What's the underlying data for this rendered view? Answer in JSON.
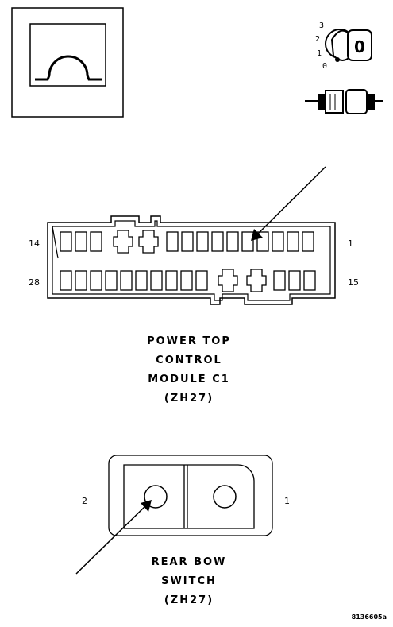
{
  "connector_c1": {
    "pin_left_top": "14",
    "pin_right_top": "1",
    "pin_left_bottom": "28",
    "pin_right_bottom": "15",
    "caption_lines": [
      "POWER TOP",
      "CONTROL",
      "MODULE C1",
      "(ZH27)"
    ]
  },
  "rear_bow_switch": {
    "pin_left": "2",
    "pin_right": "1",
    "caption_lines": [
      "REAR BOW",
      "SWITCH",
      "(ZH27)"
    ]
  },
  "ignition_key": {
    "positions": [
      "3",
      "2",
      "1",
      "0"
    ]
  },
  "figure_id": "8136605a"
}
